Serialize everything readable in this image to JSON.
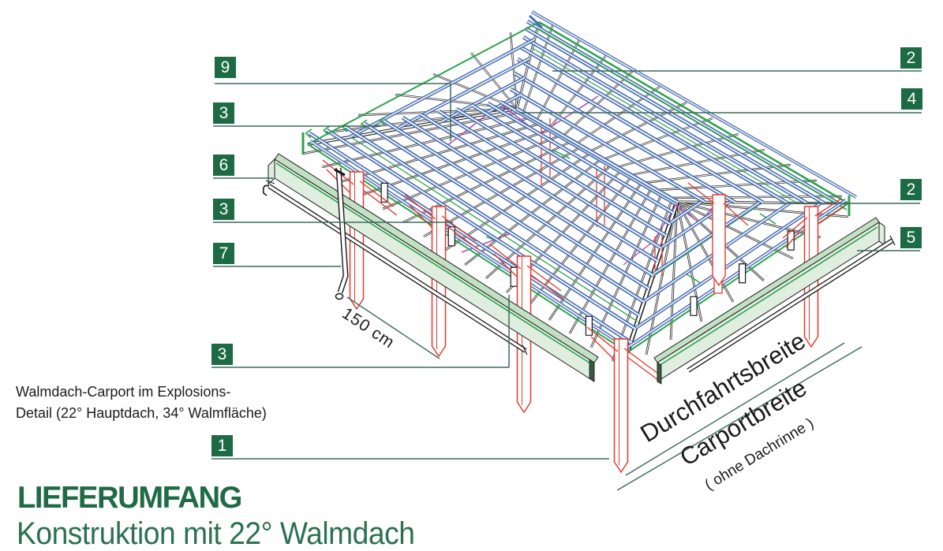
{
  "annotations": {
    "caption_line1": "Walmdach-Carport im Explosions-",
    "caption_line2": "Detail (22° Hauptdach, 34° Walmfläche)",
    "dim_150": "150 cm",
    "durchfahrtsbreite": "Durchfahrtsbreite",
    "carportbreite": "Carportbreite",
    "carportbreite_note": "( ohne Dachrinne )"
  },
  "callouts": {
    "left": [
      "9",
      "3",
      "6",
      "3",
      "7",
      "3",
      "1"
    ],
    "right": [
      "2",
      "4",
      "2",
      "5"
    ]
  },
  "footer": {
    "title": "LIEFERUMFANG",
    "subtitle": "Konstruktion mit 22° Walmdach"
  },
  "colors": {
    "badge_green": "#1D6B45",
    "leader_green": "#3A6B5C",
    "edge_green": "#2EA34D",
    "batten_blue": "#4A70B2",
    "post_red": "#E6392E",
    "brace_magenta": "#B44FB0",
    "board_fill": "#DFEEDF",
    "board_top": "#C2E0C4",
    "title_green": "#1E6B45",
    "ink": "#1a1a1a"
  }
}
